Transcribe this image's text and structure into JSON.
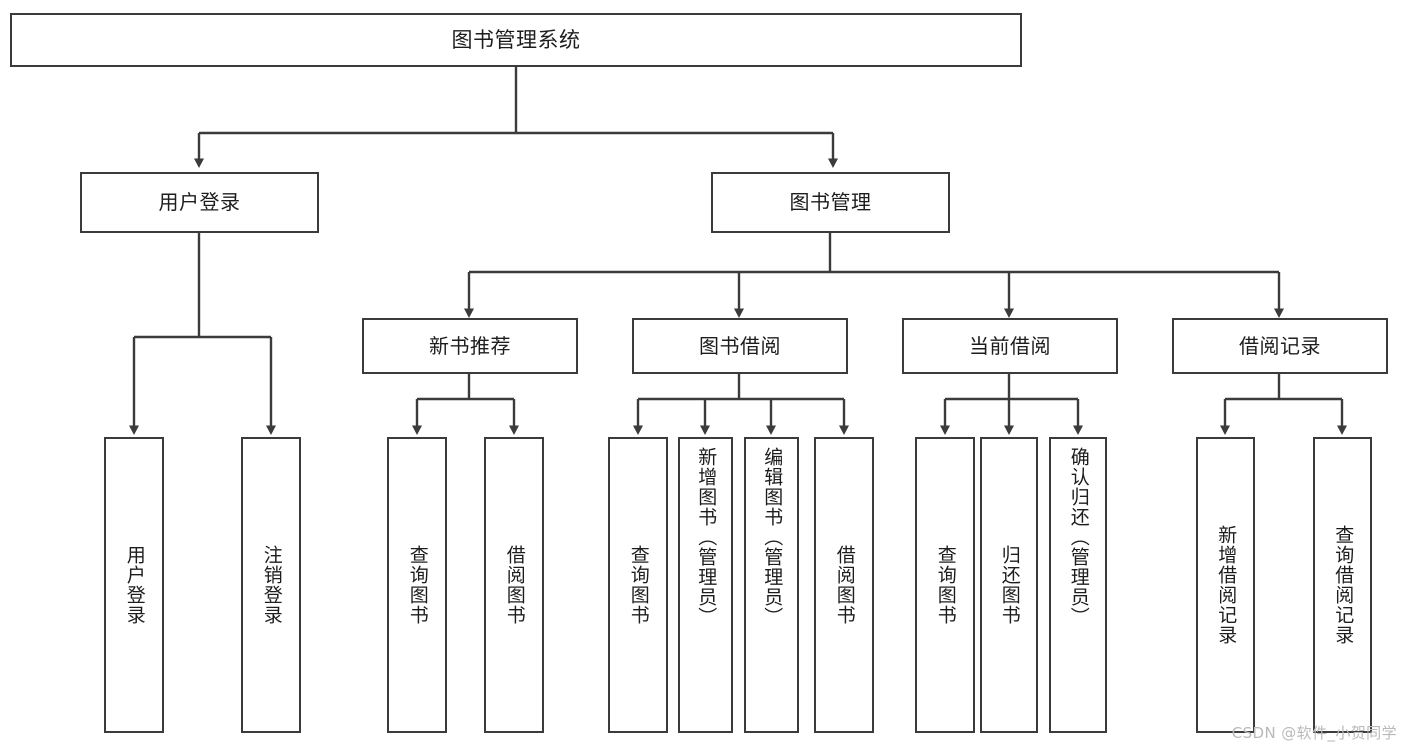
{
  "diagram": {
    "type": "tree-hierarchy",
    "title": "图书管理系统",
    "watermark": "CSDN @软件_小贺同学",
    "colors": {
      "stroke": "#3b3b3b",
      "fill": "#ffffff",
      "text": "#1d1d1d",
      "watermark": "#b9b9b9"
    },
    "nodes": {
      "root": {
        "label": "图书管理系统"
      },
      "level2": [
        {
          "label": "用户登录"
        },
        {
          "label": "图书管理"
        }
      ],
      "level3": [
        {
          "label": "新书推荐"
        },
        {
          "label": "图书借阅"
        },
        {
          "label": "当前借阅"
        },
        {
          "label": "借阅记录"
        }
      ],
      "leaves_user_login": [
        {
          "label": "用户登录"
        },
        {
          "label": "注销登录"
        }
      ],
      "leaves_new_book": [
        {
          "label": "查询图书"
        },
        {
          "label": "借阅图书"
        }
      ],
      "leaves_borrow": [
        {
          "label": "查询图书"
        },
        {
          "label": "新增图书（管理员）"
        },
        {
          "label": "编辑图书（管理员）"
        },
        {
          "label": "借阅图书"
        }
      ],
      "leaves_current": [
        {
          "label": "查询图书"
        },
        {
          "label": "归还图书"
        },
        {
          "label": "确认归还（管理员）"
        }
      ],
      "leaves_record": [
        {
          "label": "新增借阅记录"
        },
        {
          "label": "查询借阅记录"
        }
      ]
    }
  }
}
